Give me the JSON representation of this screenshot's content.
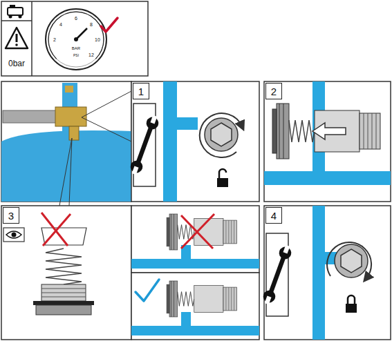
{
  "diagram": {
    "nodes": [
      {
        "text": [
          "1"
        ]
      },
      {
        "text": [
          "2"
        ]
      },
      {
        "text": [
          "3"
        ]
      },
      {
        "text": [
          "4"
        ]
      }
    ],
    "labels": [
      "0bar",
      "BAR",
      "PSI",
      "2",
      "4",
      "6",
      "8",
      "10",
      "12"
    ]
  }
}
